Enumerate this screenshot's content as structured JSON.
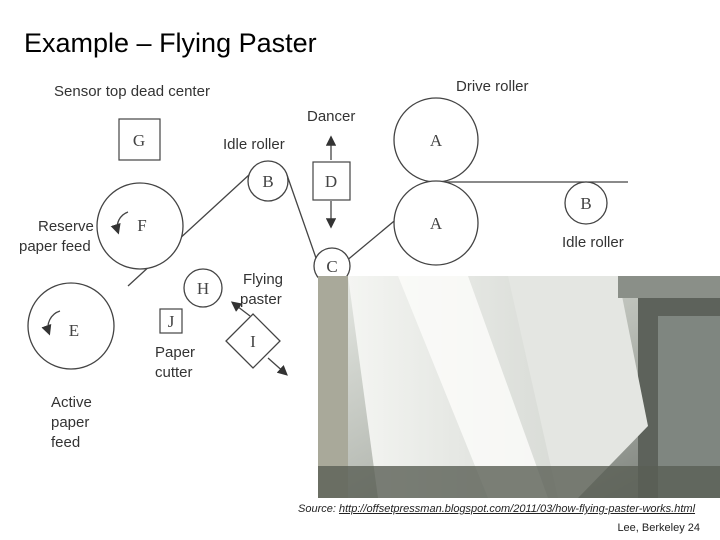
{
  "slide": {
    "title": "Example – Flying Paster",
    "source_prefix": "Source:",
    "source_url": "http://offsetpressman.blogspot.com/2011/03/how-flying-paster-works.html",
    "footer": "Lee, Berkeley 24"
  },
  "diagram": {
    "labels": {
      "sensor": "Sensor top dead center",
      "drive_roller": "Drive roller",
      "dancer": "Dancer",
      "idle_roller_left": "Idle roller",
      "idle_roller_right": "Idle roller",
      "reserve_1": "Reserve",
      "reserve_2": "paper feed",
      "flying_1": "Flying",
      "flying_2": "paster",
      "paper_cutter_1": "Paper",
      "paper_cutter_2": "cutter",
      "active_1": "Active",
      "active_2": "paper",
      "active_3": "feed"
    },
    "letters": {
      "g": "G",
      "b_left": "B",
      "d": "D",
      "a_top": "A",
      "a_bottom": "A",
      "b_right": "B",
      "f": "F",
      "c": "C",
      "h": "H",
      "j": "J",
      "i": "I",
      "e": "E"
    }
  }
}
